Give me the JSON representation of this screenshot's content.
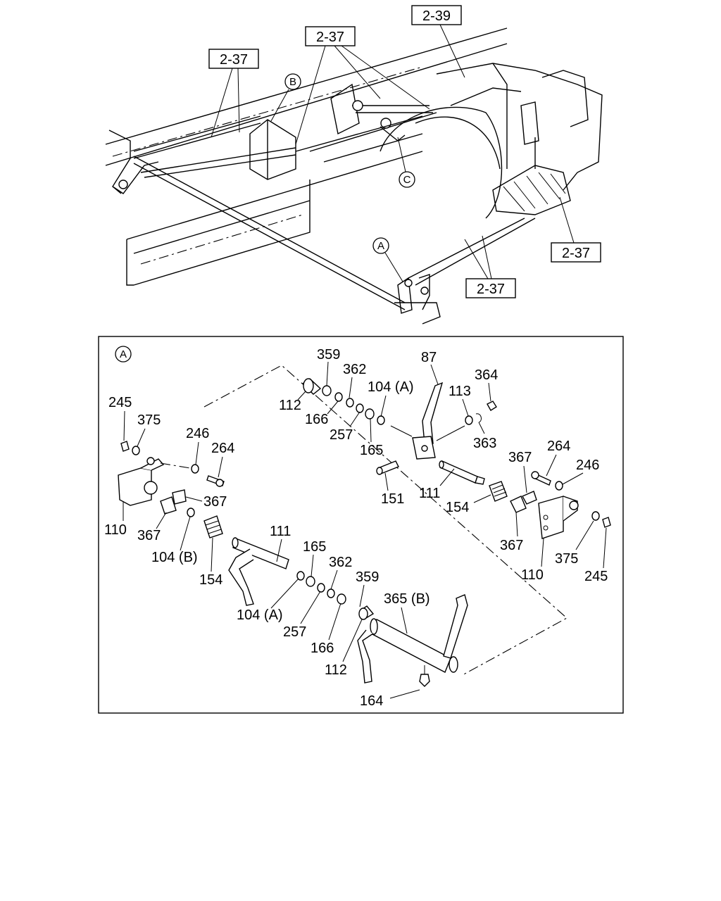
{
  "overview": {
    "refs": [
      "2-39",
      "2-37",
      "2-37",
      "2-37",
      "2-37"
    ],
    "callouts": [
      "B",
      "C",
      "A"
    ]
  },
  "detail": {
    "circle_label": "A",
    "labels": [
      "359",
      "362",
      "87",
      "364",
      "104 (A)",
      "113",
      "112",
      "166",
      "257",
      "165",
      "363",
      "245",
      "375",
      "246",
      "264",
      "367",
      "110",
      "367",
      "104 (B)",
      "154",
      "151",
      "111",
      "154",
      "367",
      "264",
      "246",
      "367",
      "110",
      "375",
      "245",
      "111",
      "165",
      "362",
      "359",
      "104 (A)",
      "257",
      "166",
      "365 (B)",
      "112",
      "164"
    ]
  }
}
